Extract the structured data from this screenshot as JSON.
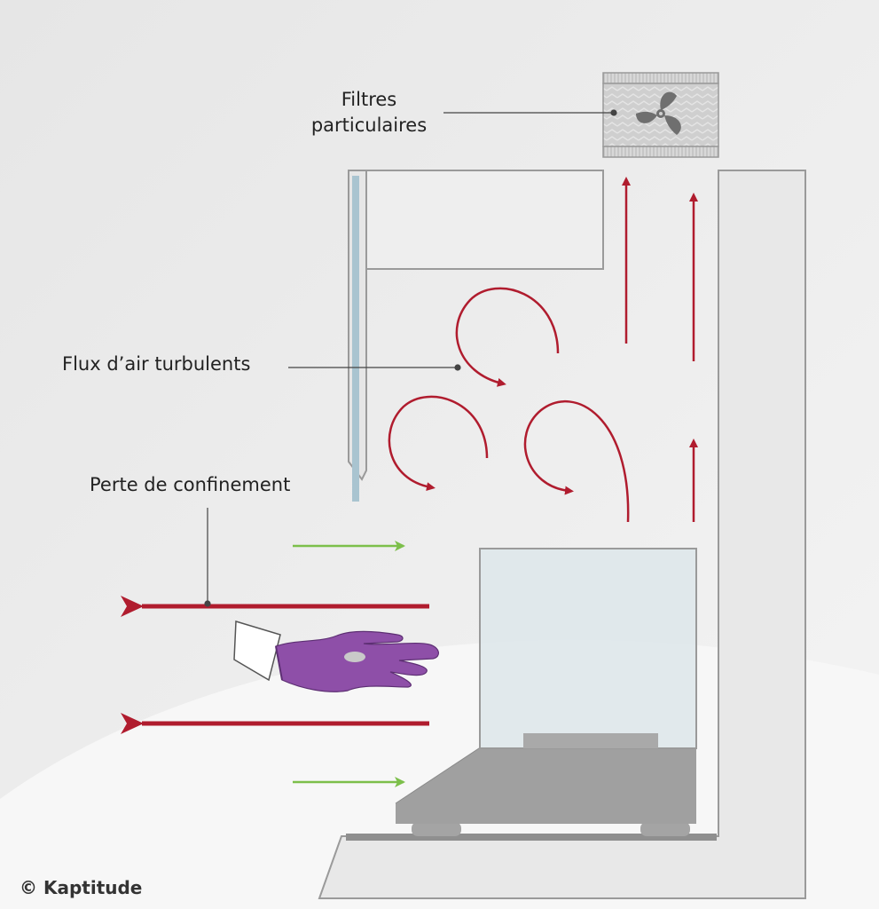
{
  "labels": {
    "filters_line1": "Filtres",
    "filters_line2": "particulaires",
    "turbulent": "Flux d’air turbulents",
    "containment_loss": "Perte de confinement",
    "copyright": "© Kaptitude"
  },
  "icons": {
    "fan": "fan-icon",
    "hand": "gloved-hand-icon",
    "paper": "paper-sheet-icon",
    "balance": "balance-icon"
  },
  "colors": {
    "background": "#ececec",
    "red_flow": "#b01c2e",
    "green_flow": "#7cbf4a",
    "glove": "#8e4fa8",
    "sash": "#a9c4d0",
    "frame": "#9a9a9a",
    "balance": "#9e9e9e"
  }
}
